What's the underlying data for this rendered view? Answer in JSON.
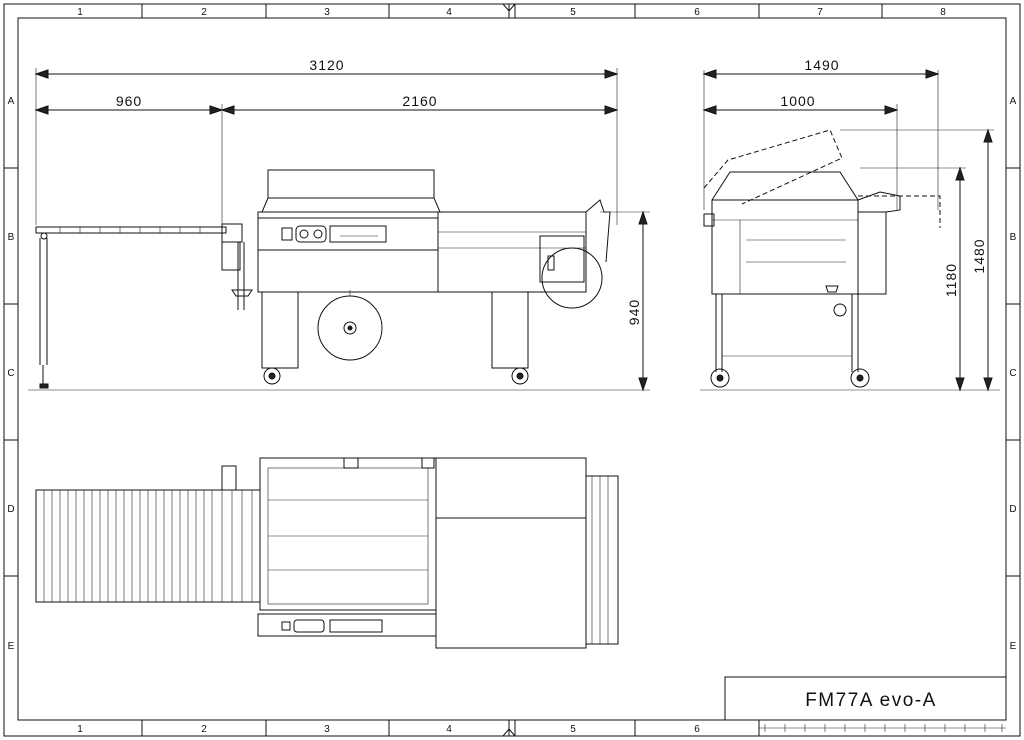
{
  "title_block": {
    "model": "FM77A evo-A"
  },
  "grid": {
    "columns": [
      "1",
      "2",
      "3",
      "4",
      "5",
      "6",
      "7",
      "8"
    ],
    "rows": [
      "A",
      "B",
      "C",
      "D",
      "E"
    ]
  },
  "front_view": {
    "dim_total": "3120",
    "dim_infeed": "960",
    "dim_machine": "2160",
    "dim_height": "940"
  },
  "side_view": {
    "dim_total": "1490",
    "dim_body": "1000",
    "dim_height_closed": "1180",
    "dim_height_open": "1480"
  }
}
